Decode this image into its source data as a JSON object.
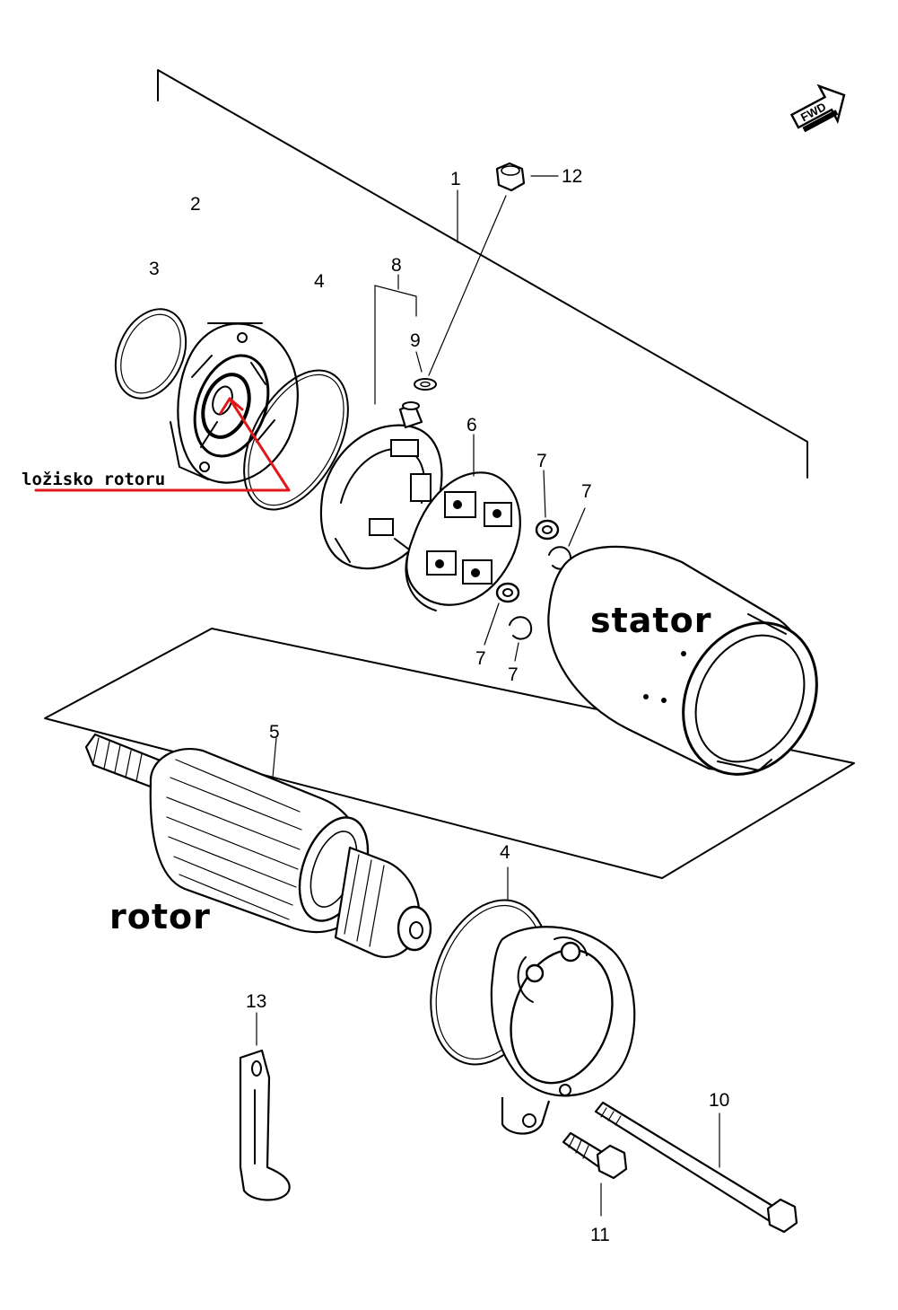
{
  "colors": {
    "line": "#000000",
    "annotation": "#e01818",
    "background": "#ffffff"
  },
  "direction_marker": {
    "label": "FWD",
    "icon": "forward-arrow-icon"
  },
  "callouts": {
    "n1": "1",
    "n2": "2",
    "n3": "3",
    "n4_upper": "4",
    "n4_lower": "4",
    "n5": "5",
    "n6": "6",
    "n7_a": "7",
    "n7_b": "7",
    "n7_c": "7",
    "n7_d": "7",
    "n8": "8",
    "n9": "9",
    "n10": "10",
    "n11": "11",
    "n12": "12",
    "n13": "13"
  },
  "labels": {
    "stator": "stator",
    "rotor": "rotor",
    "bearing_note": "ložisko rotoru"
  }
}
